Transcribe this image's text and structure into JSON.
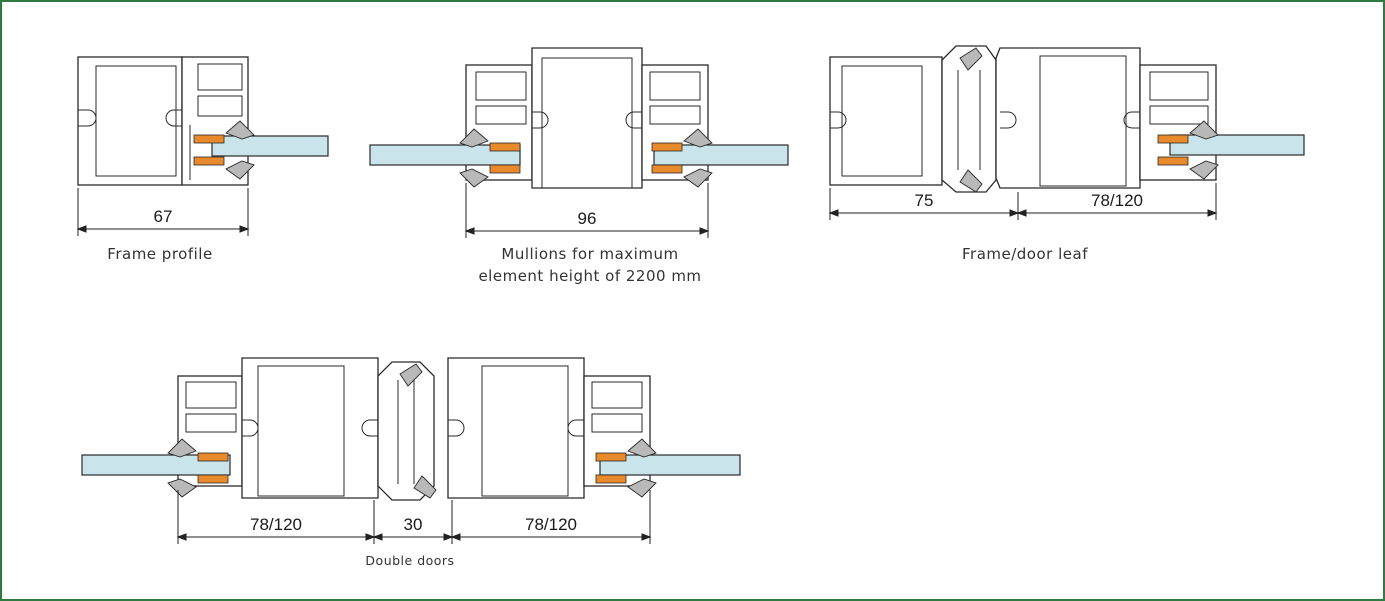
{
  "frame_color": "#2f7a3f",
  "glass_color": "#c9e4ea",
  "gasket_color": "#b9b9b9",
  "pad_color": "#e8892c",
  "sections": {
    "frame_profile": {
      "caption": "Frame profile",
      "dimension": "67"
    },
    "mullions": {
      "caption_line1": "Mullions for maximum",
      "caption_line2": "element height of 2200 mm",
      "dimension": "96"
    },
    "frame_door_leaf": {
      "caption": "Frame/door leaf",
      "dimensions": [
        "75",
        "78/120"
      ]
    },
    "double_doors": {
      "caption": "Double doors",
      "dimensions": [
        "78/120",
        "30",
        "78/120"
      ]
    }
  }
}
